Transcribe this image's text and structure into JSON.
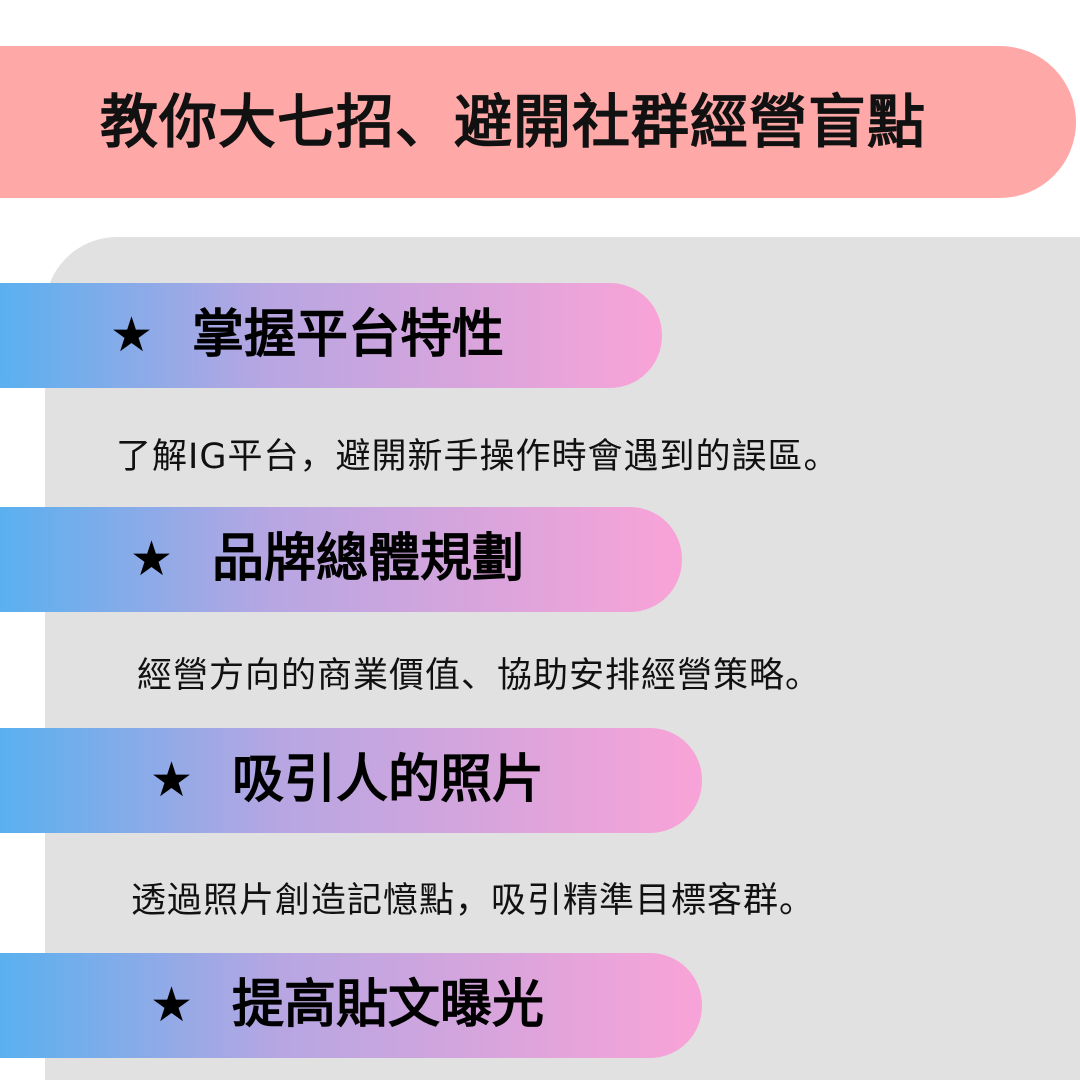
{
  "title": "教你大七招、避開社群經營盲點",
  "star_symbol": "★",
  "colors": {
    "banner": "#ffa8a8",
    "panel": "#e1e1e1",
    "gradient_start": "#5ab0ef",
    "gradient_end": "#f9a3d7"
  },
  "tips": [
    {
      "heading": "掌握平台特性",
      "description": "了解IG平台，避開新手操作時會遇到的誤區。"
    },
    {
      "heading": "品牌總體規劃",
      "description": "經營方向的商業價值、協助安排經營策略。"
    },
    {
      "heading": "吸引人的照片",
      "description": "透過照片創造記憶點，吸引精準目標客群。"
    },
    {
      "heading": "提高貼文曝光"
    }
  ]
}
